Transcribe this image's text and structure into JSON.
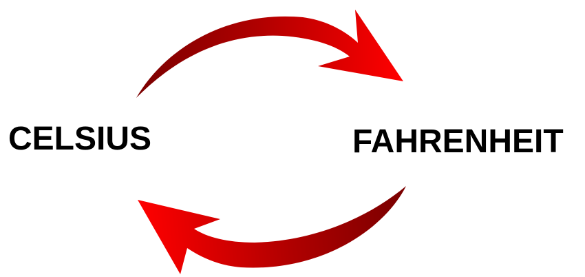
{
  "labels": {
    "left": "CELSIUS",
    "right": "FAHRENHEIT"
  },
  "arrows": [
    {
      "name": "top-arrow",
      "from": "CELSIUS",
      "to": "FAHRENHEIT",
      "icon": "curved-arrow-right-icon"
    },
    {
      "name": "bottom-arrow",
      "from": "FAHRENHEIT",
      "to": "CELSIUS",
      "icon": "curved-arrow-left-icon"
    }
  ],
  "colors": {
    "arrow_dark": "#7a0000",
    "arrow_mid": "#c80000",
    "arrow_bright": "#ff0000",
    "text": "#000000",
    "background": "#ffffff"
  }
}
